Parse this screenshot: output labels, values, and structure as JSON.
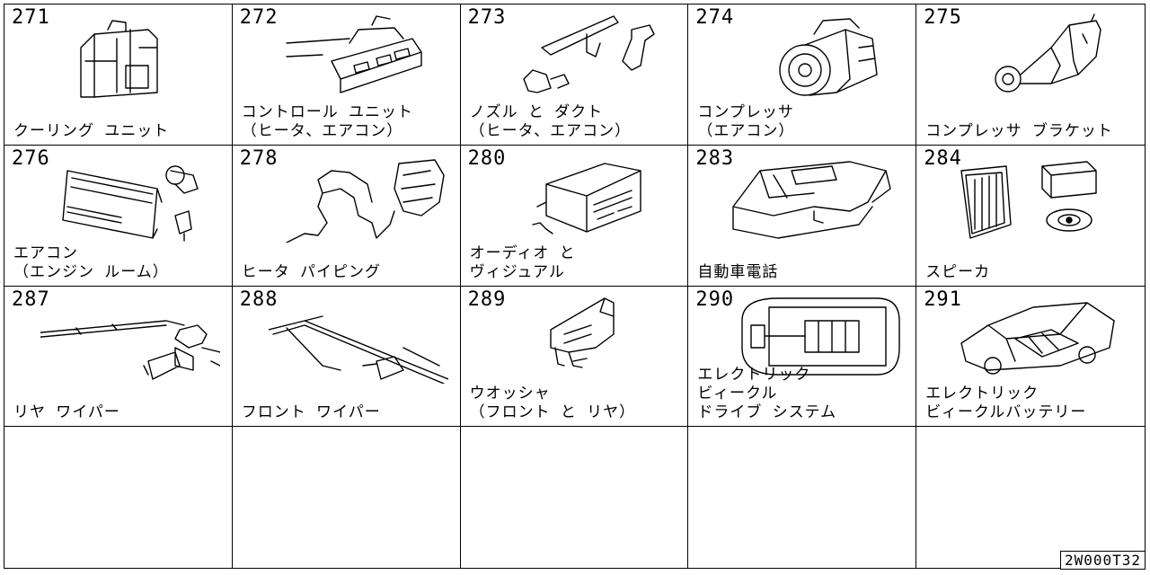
{
  "parts": [
    {
      "num": "271",
      "label": "クーリング ユニット",
      "icon": "cooling-unit-icon"
    },
    {
      "num": "272",
      "label": "コントロール ユニット\n（ヒータ、エアコン）",
      "icon": "control-unit-icon"
    },
    {
      "num": "273",
      "label": "ノズル と ダクト\n（ヒータ、エアコン）",
      "icon": "nozzle-duct-icon"
    },
    {
      "num": "274",
      "label": "コンプレッサ\n（エアコン）",
      "icon": "compressor-icon"
    },
    {
      "num": "275",
      "label": "コンプレッサ ブラケット",
      "icon": "compressor-bracket-icon"
    },
    {
      "num": "276",
      "label": "エアコン\n（エンジン ルーム）",
      "icon": "condenser-icon"
    },
    {
      "num": "278",
      "label": "ヒータ パイピング",
      "icon": "heater-piping-icon"
    },
    {
      "num": "280",
      "label": "オーディオ と\nヴィジュアル",
      "icon": "audio-unit-icon"
    },
    {
      "num": "283",
      "label": "自動車電話",
      "icon": "car-phone-icon"
    },
    {
      "num": "284",
      "label": "スピーカ",
      "icon": "speaker-icon"
    },
    {
      "num": "287",
      "label": "リヤ ワイパー",
      "icon": "rear-wiper-icon"
    },
    {
      "num": "288",
      "label": "フロント ワイパー",
      "icon": "front-wiper-icon"
    },
    {
      "num": "289",
      "label": "ウオッシャ\n（フロント と リヤ）",
      "icon": "washer-tank-icon"
    },
    {
      "num": "290",
      "label": "エレクトリック\nビィークル\nドライブ システム",
      "icon": "ev-drive-system-icon"
    },
    {
      "num": "291",
      "label": "エレクトリック\nビィークルバッテリー",
      "icon": "ev-battery-icon"
    }
  ],
  "empty_cells": 5,
  "diagram_code": "2W000T32"
}
